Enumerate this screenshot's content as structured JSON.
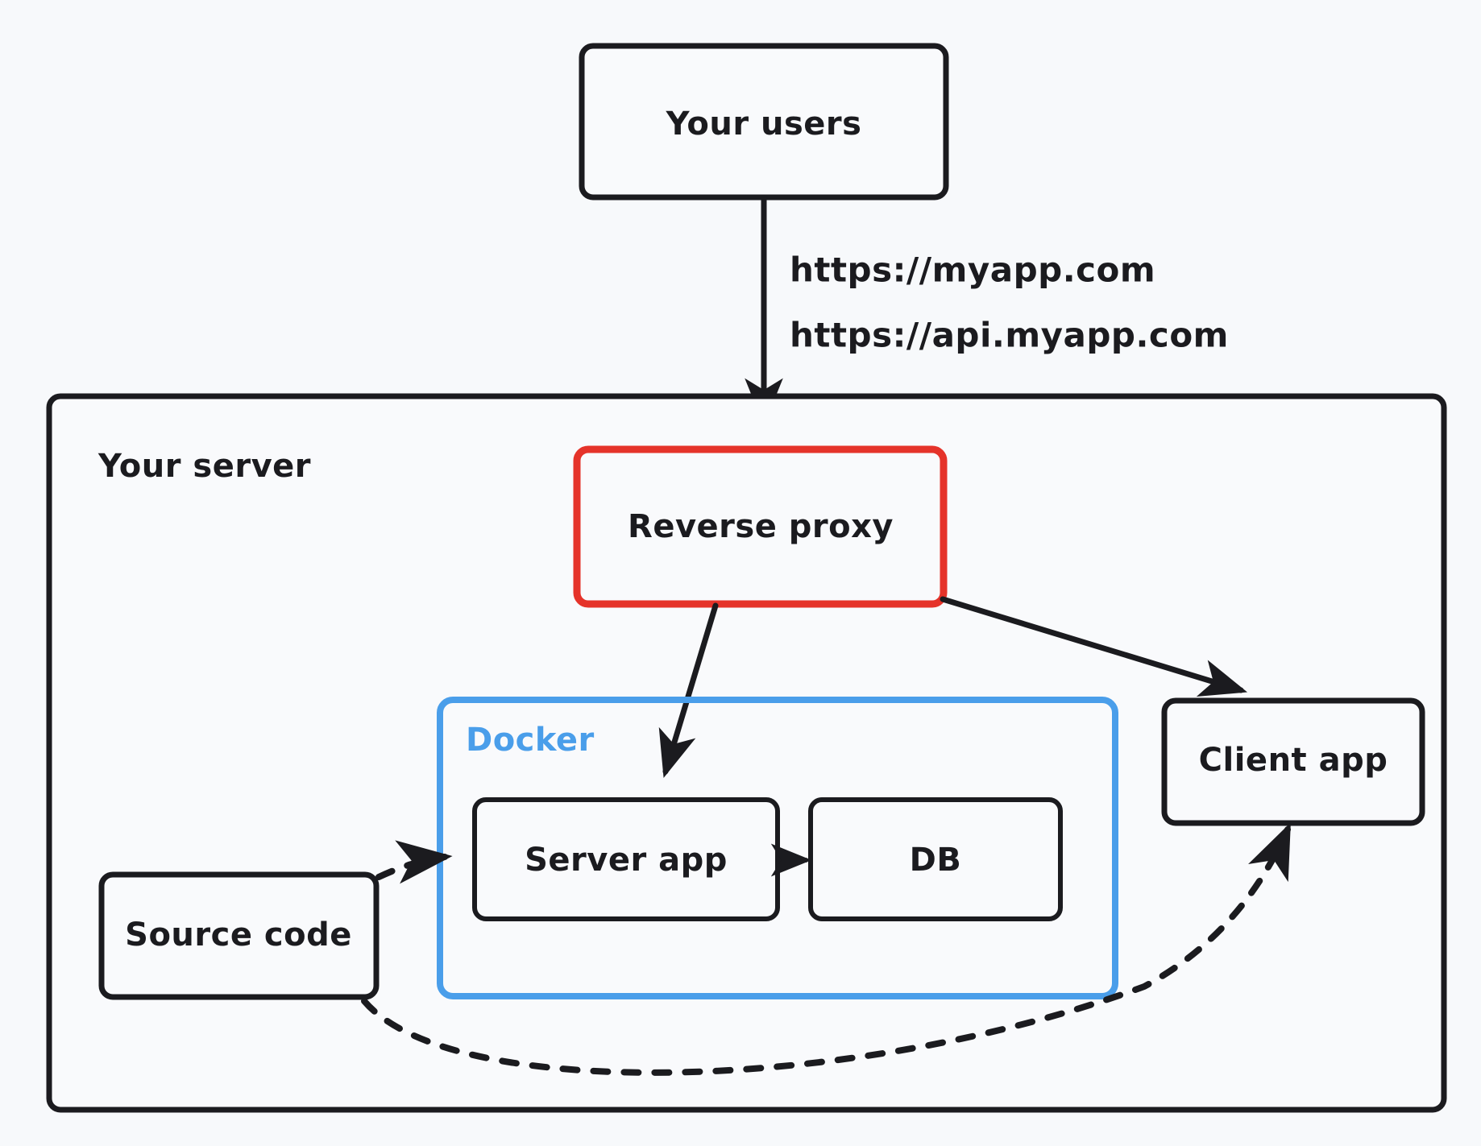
{
  "diagram": {
    "title_present": false,
    "background_color": "#f7f9fb",
    "colors": {
      "stroke": "#1b1b1f",
      "red": "#e5332a",
      "blue": "#4a9eea",
      "box_fill": "#f9fafc"
    },
    "nodes": {
      "users": {
        "label": "Your users"
      },
      "server_group": {
        "label": "Your server"
      },
      "reverse_proxy": {
        "label": "Reverse proxy",
        "accent": "#e5332a"
      },
      "docker_group": {
        "label": "Docker",
        "accent": "#4a9eea"
      },
      "server_app": {
        "label": "Server app"
      },
      "db": {
        "label": "DB"
      },
      "client_app": {
        "label": "Client app"
      },
      "source_code": {
        "label": "Source code"
      }
    },
    "edge_labels": {
      "public_urls": [
        "https://myapp.com",
        "https://api.myapp.com"
      ]
    },
    "edges": [
      {
        "from": "users",
        "to": "reverse_proxy",
        "style": "solid",
        "arrow": true
      },
      {
        "from": "reverse_proxy",
        "to": "server_app",
        "style": "solid",
        "arrow": true
      },
      {
        "from": "reverse_proxy",
        "to": "client_app",
        "style": "solid",
        "arrow": true
      },
      {
        "from": "server_app",
        "to": "db",
        "style": "solid",
        "arrow": true
      },
      {
        "from": "source_code",
        "to": "server_app",
        "style": "dashed",
        "arrow": true
      },
      {
        "from": "source_code",
        "to": "client_app",
        "style": "dashed",
        "arrow": true
      }
    ]
  }
}
